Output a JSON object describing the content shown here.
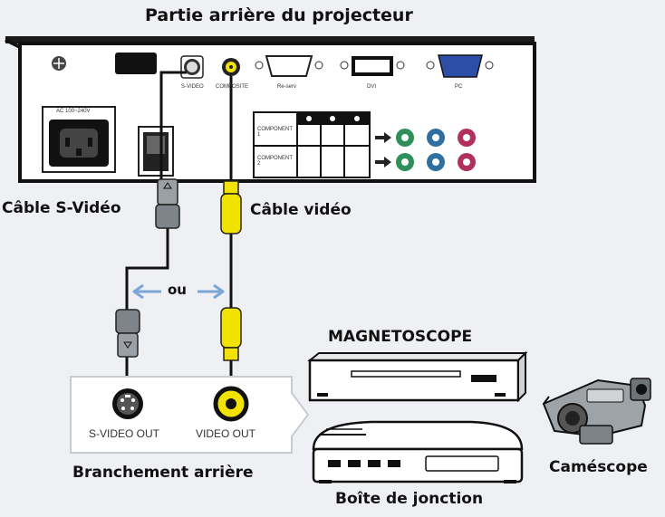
{
  "title": "Partie arrière du projecteur",
  "projector": {
    "power_label": "AC 100~240V",
    "port_labels": [
      "S-VIDEO",
      "COMPOSITE",
      "Re-serv",
      "DVI",
      "PC"
    ],
    "component_labels": [
      "COMPONENT 1",
      "COMPONENT 2"
    ]
  },
  "cables": {
    "svideo": "Câble S-Vidéo",
    "video": "Câble vidéo",
    "or": "ou"
  },
  "source_panel": {
    "svideo_out": "S-VIDEO OUT",
    "video_out": "VIDEO OUT",
    "caption": "Branchement arrière"
  },
  "devices": {
    "vcr": "MAGNETOSCOPE",
    "settop": "Boîte de jonction",
    "camcorder": "Caméscope"
  },
  "colors": {
    "video_plug": "#f2e200",
    "component_green": "#2f8f5a",
    "component_blue": "#2f6f9f",
    "component_red": "#b0305a",
    "arrow": "#7aa6d8"
  },
  "icons": [
    "rear-panel",
    "power-socket",
    "power-switch",
    "svideo-jack",
    "rca-jack",
    "serial-port",
    "dvi-port",
    "vga-port",
    "vcr",
    "set-top-box",
    "camcorder"
  ]
}
